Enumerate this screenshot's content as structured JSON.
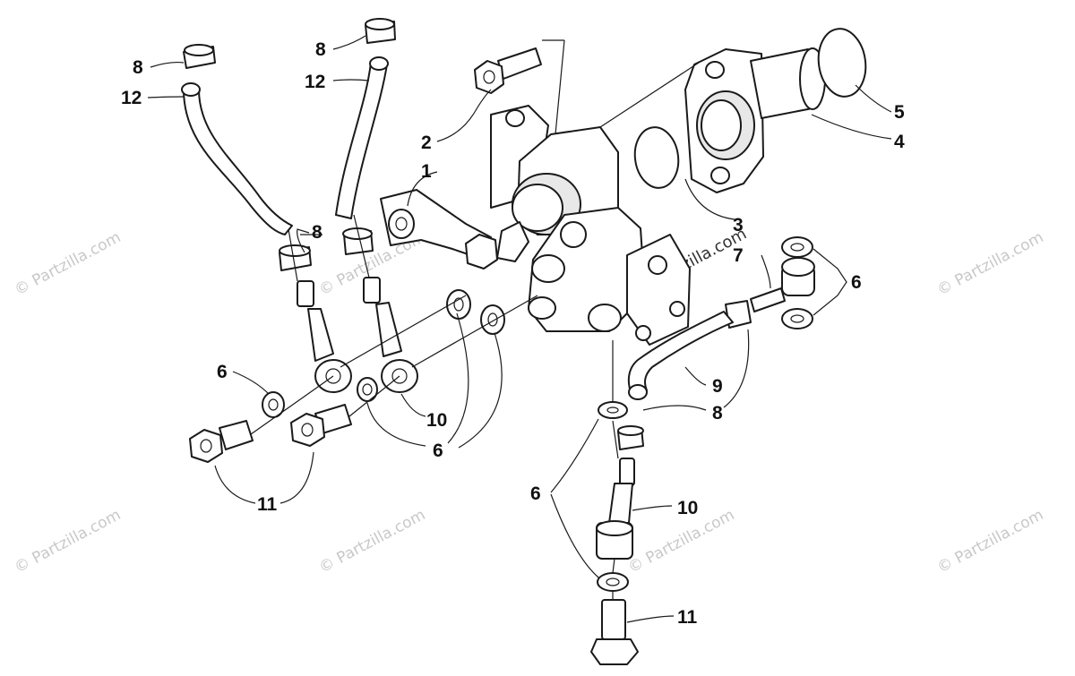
{
  "watermarks": {
    "brand": "© Partzilla.com"
  },
  "callouts": {
    "c1": "1",
    "c2": "2",
    "c3": "3",
    "c4": "4",
    "c5": "5",
    "c6a": "6",
    "c6b": "6",
    "c6c": "6",
    "c6d": "6",
    "c7": "7",
    "c8a": "8",
    "c8b": "8",
    "c8c": "8",
    "c8d": "8",
    "c9": "9",
    "c10a": "10",
    "c10b": "10",
    "c11a": "11",
    "c11b": "11",
    "c12a": "12",
    "c12b": "12"
  }
}
